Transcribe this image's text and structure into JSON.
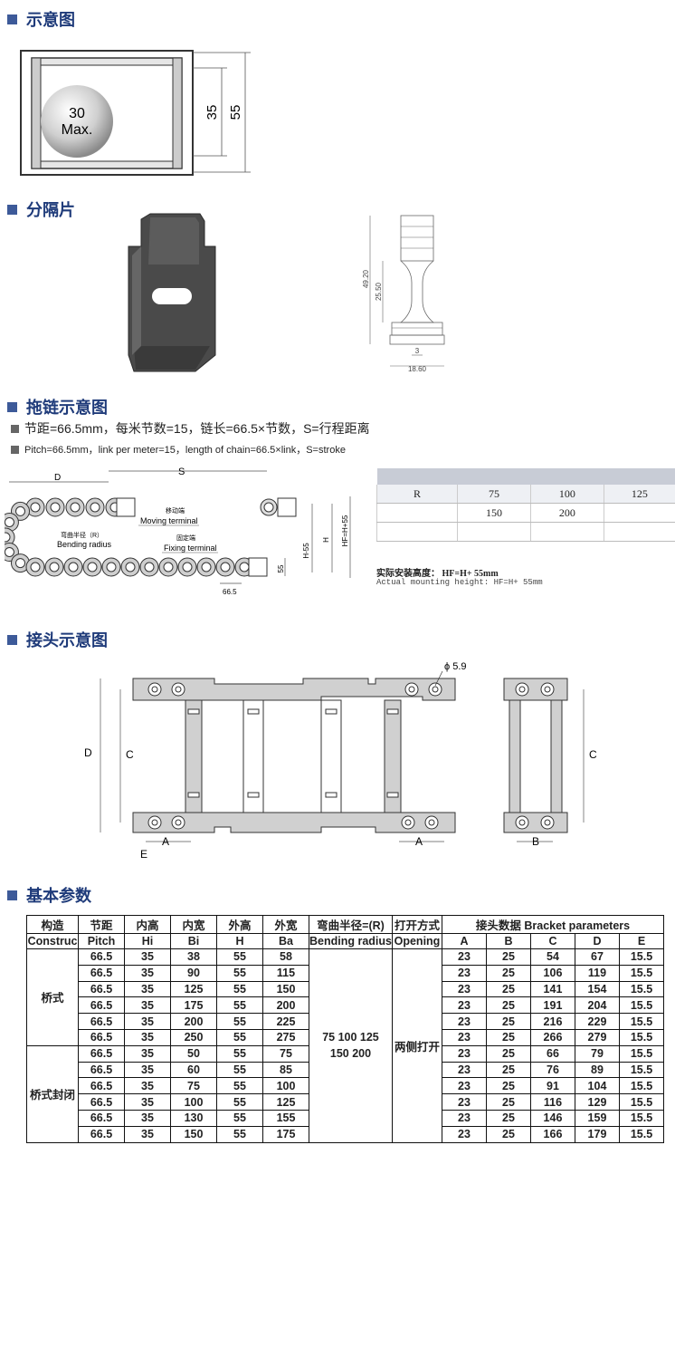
{
  "sections": {
    "schematic": "示意图",
    "separator": "分隔片",
    "chain": "拖链示意图",
    "bracket": "接头示意图",
    "params": "基本参数"
  },
  "fig1": {
    "ball_line1": "30",
    "ball_line2": "Max.",
    "dim_inner": "35",
    "dim_outer": "55"
  },
  "fig2": {
    "d1": "49.20",
    "d2": "25.50",
    "d3": "3",
    "d4": "18.60"
  },
  "chain_info": {
    "line_cn": "节距=66.5mm，每米节数=15，链长=66.5×节数，S=行程距离",
    "line_en": "Pitch=66.5mm，link per meter=15，length of chain=66.5×link，S=stroke"
  },
  "fig3": {
    "D": "D",
    "S": "S",
    "moving_cn": "移动端",
    "moving_en": "Moving terminal",
    "bend_cn": "弯曲半径（R）",
    "bend_en": "Bending radius",
    "fixing_cn": "固定端",
    "fixing_en": "Fixing terminal",
    "H_minus": "H-55",
    "H": "H",
    "HF": "HF=H+55",
    "d55": "55",
    "pitch": "66.5"
  },
  "r_table": {
    "label": "R",
    "values_row1": [
      "75",
      "100",
      "125"
    ],
    "values_row2": [
      "150",
      "200",
      ""
    ]
  },
  "mount_note": {
    "cn": "实际安装高度：  HF=H+ 55mm",
    "en": "Actual mounting height: HF=H+  55mm"
  },
  "fig4": {
    "phi": "ϕ 5.9",
    "D": "D",
    "C_left": "C",
    "A_left": "A",
    "E": "E",
    "A_right": "A",
    "C_right": "C",
    "B": "B"
  },
  "param_table": {
    "headers_cn": [
      "构造",
      "节距",
      "内高",
      "内宽",
      "外高",
      "外宽",
      "弯曲半径=(R)",
      "打开方式",
      "接头数据   Bracket parameters"
    ],
    "headers_en": [
      "Construc",
      "Pitch",
      "Hi",
      "Bi",
      "H",
      "Ba",
      "Bending radius",
      "Opening",
      "A",
      "B",
      "C",
      "D",
      "E"
    ],
    "group1": "桥式",
    "group2": "桥式封闭",
    "bend_line1": "75  100  125",
    "bend_line2": "150   200",
    "opening": "两侧打开",
    "rows": [
      [
        "66.5",
        "35",
        "38",
        "55",
        "58",
        "23",
        "25",
        "54",
        "67",
        "15.5"
      ],
      [
        "66.5",
        "35",
        "90",
        "55",
        "115",
        "23",
        "25",
        "106",
        "119",
        "15.5"
      ],
      [
        "66.5",
        "35",
        "125",
        "55",
        "150",
        "23",
        "25",
        "141",
        "154",
        "15.5"
      ],
      [
        "66.5",
        "35",
        "175",
        "55",
        "200",
        "23",
        "25",
        "191",
        "204",
        "15.5"
      ],
      [
        "66.5",
        "35",
        "200",
        "55",
        "225",
        "23",
        "25",
        "216",
        "229",
        "15.5"
      ],
      [
        "66.5",
        "35",
        "250",
        "55",
        "275",
        "23",
        "25",
        "266",
        "279",
        "15.5"
      ],
      [
        "66.5",
        "35",
        "50",
        "55",
        "75",
        "23",
        "25",
        "66",
        "79",
        "15.5"
      ],
      [
        "66.5",
        "35",
        "60",
        "55",
        "85",
        "23",
        "25",
        "76",
        "89",
        "15.5"
      ],
      [
        "66.5",
        "35",
        "75",
        "55",
        "100",
        "23",
        "25",
        "91",
        "104",
        "15.5"
      ],
      [
        "66.5",
        "35",
        "100",
        "55",
        "125",
        "23",
        "25",
        "116",
        "129",
        "15.5"
      ],
      [
        "66.5",
        "35",
        "130",
        "55",
        "155",
        "23",
        "25",
        "146",
        "159",
        "15.5"
      ],
      [
        "66.5",
        "35",
        "150",
        "55",
        "175",
        "23",
        "25",
        "166",
        "179",
        "15.5"
      ]
    ]
  }
}
